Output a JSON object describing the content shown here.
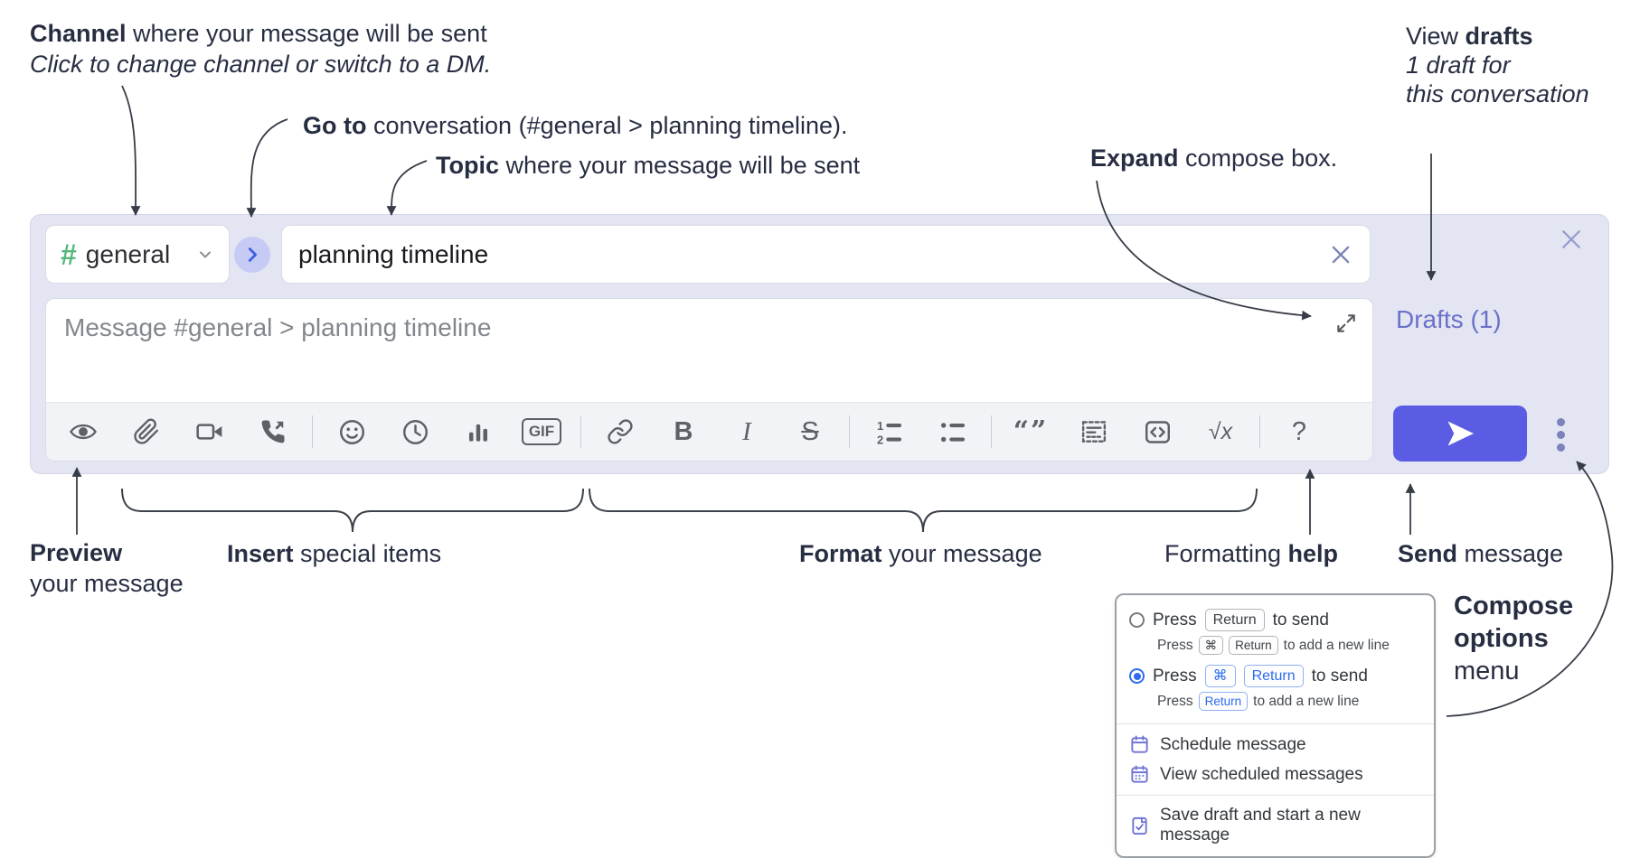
{
  "annotations": {
    "channel": {
      "bold": "Channel",
      "rest": " where your message will be sent",
      "line2": "Click to change channel or switch to a DM."
    },
    "goto": {
      "bold": "Go to",
      "rest": " conversation (#general > planning timeline)."
    },
    "topic": {
      "bold": "Topic",
      "rest": " where your message will be sent"
    },
    "expand": {
      "bold": "Expand",
      "rest": " compose box."
    },
    "view_drafts": {
      "pre": "View ",
      "bold": "drafts",
      "line2": "1 draft for",
      "line3": "this conversation"
    },
    "preview": {
      "bold": "Preview",
      "line2": "your message"
    },
    "insert": {
      "bold": "Insert",
      "rest": " special items"
    },
    "format": {
      "bold": "Format",
      "rest": " your message"
    },
    "formatting_help": {
      "pre": "Formatting ",
      "bold": "help"
    },
    "send": {
      "bold": "Send",
      "rest": " message"
    },
    "compose_options": {
      "line1": "Compose",
      "line2": "options",
      "line3": "menu"
    }
  },
  "compose": {
    "channel": {
      "hash": "#",
      "name": "general"
    },
    "topic_value": "planning timeline",
    "message_placeholder": "Message #general > planning timeline",
    "drafts_link": "Drafts (1)",
    "toolbar_icons": [
      "preview-eye",
      "attach-file",
      "start-video-call",
      "start-voice-call",
      "emoji",
      "add-global-time",
      "add-poll",
      "add-gif",
      "link",
      "bold",
      "italic",
      "strikethrough",
      "numbered-list",
      "bulleted-list",
      "quote",
      "spoiler",
      "code",
      "math",
      "message-formatting-help"
    ],
    "gif_label": "GIF",
    "bold_label": "B",
    "italic_label": "I",
    "strike_label": "S",
    "quote_label": "“”",
    "math_label": "√x",
    "help_label": "?",
    "ol_1": "1",
    "ol_2": "2"
  },
  "popup": {
    "option1": {
      "selected": false,
      "pre": "Press",
      "key": "Return",
      "post": "to send",
      "sub": {
        "pre": "Press",
        "key1": "⌘",
        "key2": "Return",
        "post": "to add a new line"
      }
    },
    "option2": {
      "selected": true,
      "pre": "Press",
      "key1": "⌘",
      "key2": "Return",
      "post": "to send",
      "sub": {
        "pre": "Press",
        "key": "Return",
        "post": "to add a new line"
      }
    },
    "items": [
      {
        "label": "Schedule message"
      },
      {
        "label": "View scheduled messages"
      },
      {
        "label": "Save draft and start a new message"
      }
    ]
  },
  "colors": {
    "compose_bg": "#e3e5f2",
    "accent_indigo": "#5a5ce4",
    "drafts_link": "#6a71c8",
    "hash_green": "#57b87c",
    "radio_blue": "#2e6bf0",
    "popup_icon": "#7174d4",
    "icon_gray": "#5d6066",
    "annotation_text": "#272e42"
  }
}
